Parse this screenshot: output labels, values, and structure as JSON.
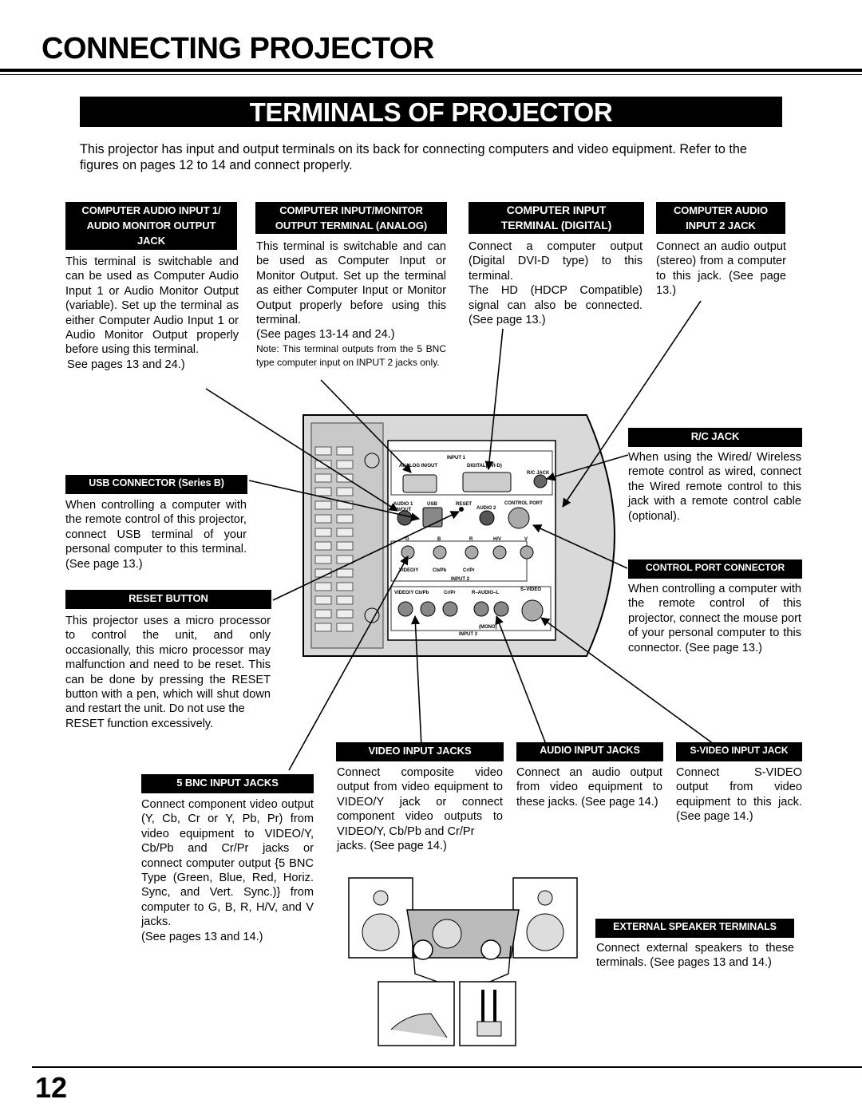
{
  "header": {
    "title": "CONNECTING PROJECTOR",
    "section": "TERMINALS OF PROJECTOR"
  },
  "intro": "This projector has input and output terminals on its back for connecting computers and video equipment. Refer to the figures on pages 12 to 14 and connect properly.",
  "callouts": {
    "audio1": {
      "label_l1": "COMPUTER AUDIO INPUT 1/",
      "label_l2": "AUDIO MONITOR OUTPUT",
      "label_l3": "JACK",
      "text": "This terminal is switchable and can be used as Computer Audio Input 1 or Audio Monitor Output (variable). Set up the terminal as either Computer Audio Input 1 or Audio Monitor Output properly before using this terminal.",
      "see": "See pages 13 and 24.)"
    },
    "analog": {
      "label_l1": "COMPUTER INPUT/MONITOR",
      "label_l2": "OUTPUT TERMINAL (ANALOG)",
      "text": "This terminal is switchable and can be used as Computer Input or Monitor Output. Set up the terminal as either Computer Input or Monitor Output properly before using this terminal.",
      "see": "(See pages 13-14 and 24.)",
      "note": "Note: This terminal outputs from the 5 BNC type computer input on INPUT 2 jacks only."
    },
    "digital": {
      "label_l1": "COMPUTER INPUT",
      "label_l2": "TERMINAL (DIGITAL)",
      "text": "Connect a computer output (Digital DVI-D type) to this terminal.",
      "text2": "The HD (HDCP Compatible) signal can also be connected. (See page 13.)"
    },
    "audio2": {
      "label_l1": "COMPUTER AUDIO",
      "label_l2": "INPUT 2 JACK",
      "text": "Connect an audio output (stereo) from a computer to this jack. (See page 13.)"
    },
    "rc": {
      "label": "R/C JACK",
      "text": "When using the Wired/ Wireless remote control as wired, connect the Wired remote control to this jack with a remote control cable (optional)."
    },
    "usb": {
      "label": "USB CONNECTOR (Series B)",
      "text": "When controlling a computer with the remote control of this projector, connect USB terminal of your personal computer to this terminal. (See page 13.)"
    },
    "control": {
      "label": "CONTROL PORT CONNECTOR",
      "text": "When controlling a computer with the remote control of this projector, connect the mouse port of your personal computer to this connector. (See page 13.)"
    },
    "reset": {
      "label": "RESET BUTTON",
      "text": "This projector uses a micro processor to control the unit, and only occasionally, this micro processor may malfunction and need to be reset. This can be done by pressing the RESET button with a pen, which will shut down and restart the unit. Do not use the",
      "text_last": "RESET function excessively."
    },
    "bnc": {
      "label": "5 BNC INPUT JACKS",
      "text": "Connect component video output (Y, Cb, Cr or Y, Pb, Pr) from video equipment to VIDEO/Y, Cb/Pb and Cr/Pr jacks or connect computer output {5 BNC Type (Green, Blue, Red, Horiz. Sync, and Vert. Sync.)} from computer to G, B, R, H/V, and V jacks.",
      "see": "(See pages 13 and 14.)"
    },
    "video": {
      "label": "VIDEO INPUT JACKS",
      "text": "Connect composite video output from video equipment to VIDEO/Y jack or connect component video outputs to VIDEO/Y, Cb/Pb and Cr/Pr",
      "see": "jacks. (See page 14.)"
    },
    "audio_in": {
      "label": "AUDIO INPUT JACKS",
      "text": "Connect an audio output from video equipment to these jacks. (See page 14.)"
    },
    "svideo": {
      "label": "S-VIDEO INPUT JACK",
      "text": "Connect S-VIDEO output from video equipment to this jack. (See page 14.)"
    },
    "speaker": {
      "label": "EXTERNAL SPEAKER TERMINALS",
      "text": "Connect external speakers to these terminals. (See pages 13 and 14.)"
    }
  },
  "panel": {
    "input1": "INPUT 1",
    "analog_inout": "ANALOG IN/OUT",
    "digital": "DIGITAL(DVI-D)",
    "rc_jack": "R/C JACK",
    "audio1": "AUDIO 1",
    "inout": "IN/OUT",
    "usb": "USB",
    "reset": "RESET",
    "audio2": "AUDIO 2",
    "control_port": "CONTROL PORT",
    "g": "G",
    "b": "B",
    "r": "R",
    "hv": "H/V",
    "v": "V",
    "videoy": "VIDEO/Y",
    "cbpb": "Cb/Pb",
    "crpr": "Cr/Pr",
    "input2": "INPUT 2",
    "videoy3": "VIDEO/Y Cb/Pb",
    "crpr3": "Cr/Pr",
    "audio_lr": "R–AUDIO–L",
    "svideo": "S–VIDEO",
    "mono": "(MONO)",
    "input3": "INPUT 3"
  },
  "page_number": "12"
}
